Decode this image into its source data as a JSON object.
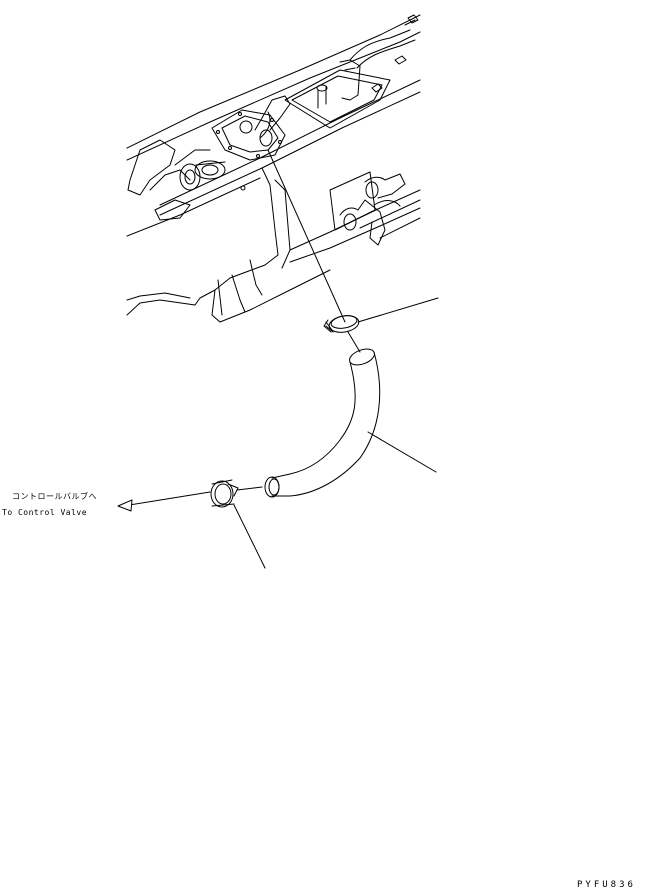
{
  "callouts": {
    "destination_jp": "コントロールバルブへ",
    "destination_en": "To Control Valve"
  },
  "drawing_code": "PYFU836"
}
